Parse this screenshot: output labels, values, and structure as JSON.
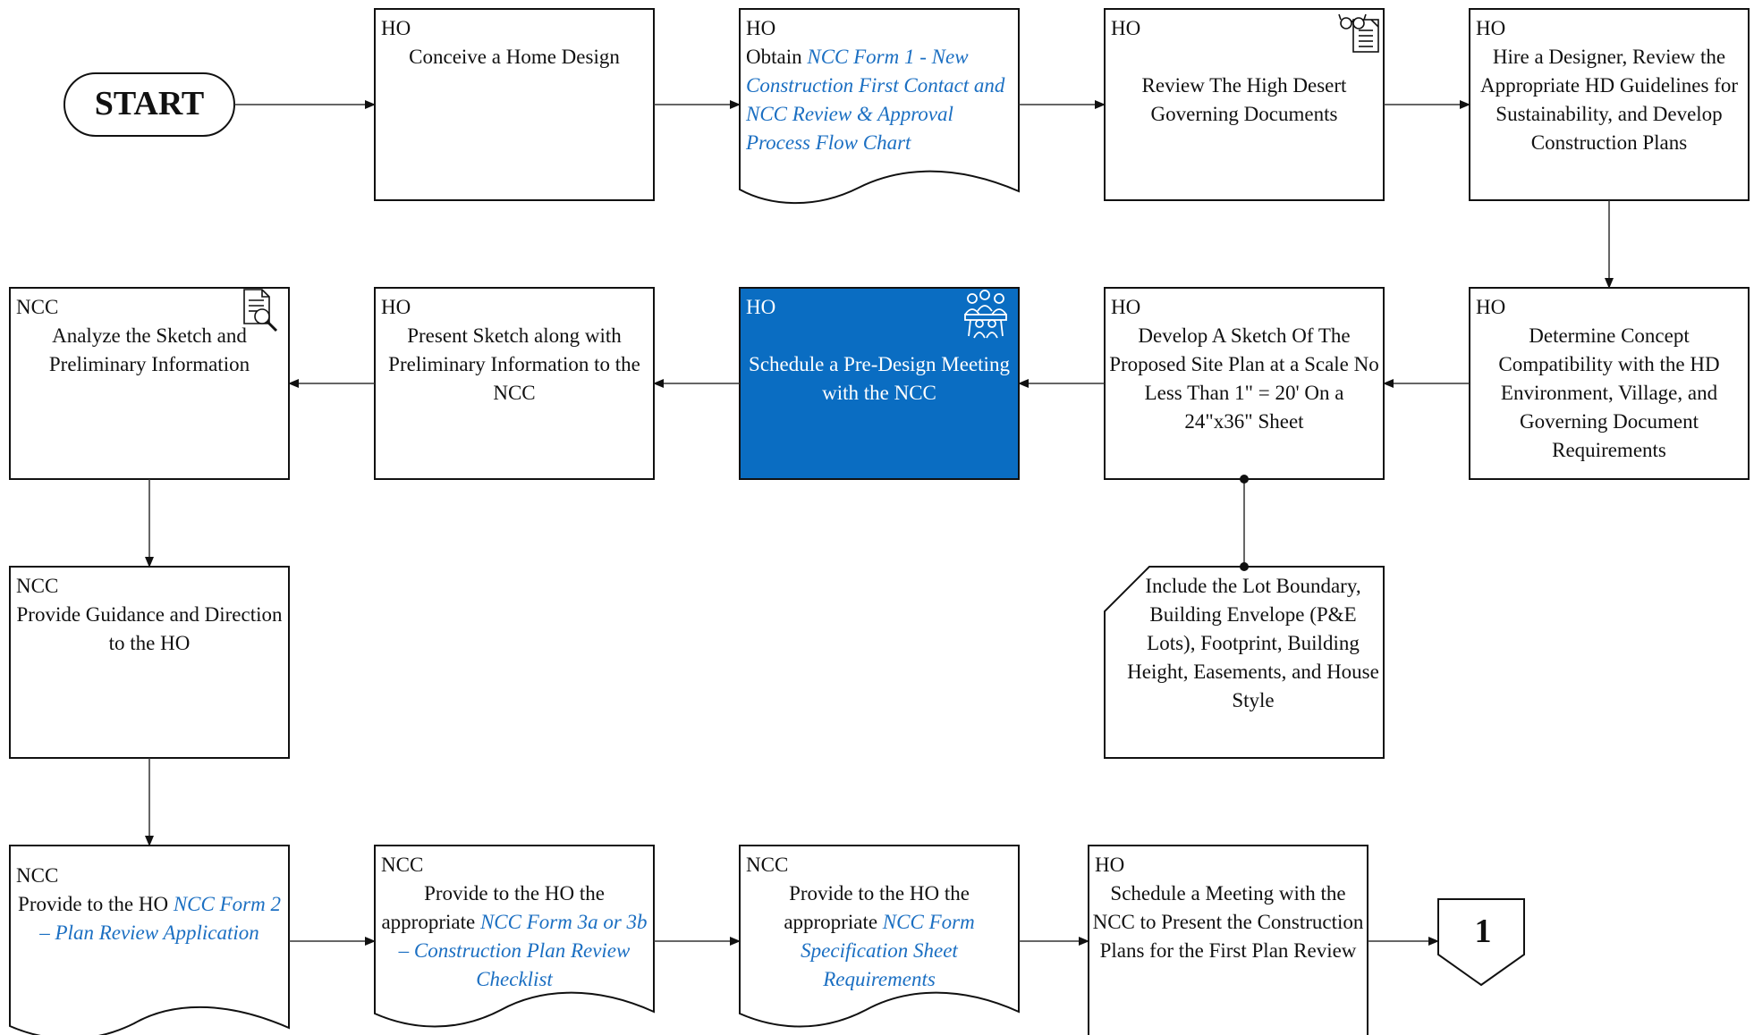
{
  "start": {
    "label": "START"
  },
  "connector": {
    "label": "1"
  },
  "colors": {
    "highlight_fill": "#0a6dc2",
    "link": "#1b6fc2",
    "line": "#333333"
  },
  "icons": {
    "review": "glasses-document-icon",
    "meeting": "group-meeting-icon",
    "analyze": "document-magnifier-icon"
  },
  "steps": {
    "s1": {
      "actor": "HO",
      "text": "Conceive a Home Design"
    },
    "s2": {
      "actor": "HO",
      "pre": "Obtain ",
      "link": "NCC Form 1 -  New Construction First Contact and NCC Review & Approval Process Flow Chart"
    },
    "s3": {
      "actor": "HO",
      "text": "Review The High Desert Governing Documents"
    },
    "s4": {
      "actor": "HO",
      "text": "Hire a Designer, Review the Appropriate HD Guidelines for Sustainability, and Develop Construction Plans"
    },
    "s5": {
      "actor": "HO",
      "text": "Determine Concept Compatibility with the HD Environment, Village, and Governing Document Requirements"
    },
    "s6": {
      "actor": "HO",
      "text": "Develop A Sketch Of The Proposed Site Plan at a Scale No Less Than 1\" = 20' On a 24\"x36\" Sheet"
    },
    "s6note": {
      "text": "Include the Lot Boundary, Building Envelope (P&E Lots), Footprint,  Building Height, Easements, and House Style"
    },
    "s7": {
      "actor": "HO",
      "text": "Schedule a Pre-Design Meeting with the NCC"
    },
    "s8": {
      "actor": "HO",
      "text": "Present Sketch along with Preliminary Information to the NCC"
    },
    "s9": {
      "actor": "NCC",
      "text": "Analyze the Sketch and Preliminary Information"
    },
    "s10": {
      "actor": "NCC",
      "text": "Provide Guidance and Direction to the HO"
    },
    "s11": {
      "actor": "NCC",
      "pre": "Provide to the HO ",
      "link": "NCC Form 2 – Plan Review Application"
    },
    "s12": {
      "actor": "NCC",
      "pre": "Provide to the HO the appropriate ",
      "link": "NCC Form 3a or 3b – Construction Plan Review Checklist"
    },
    "s13": {
      "actor": "NCC",
      "pre": "Provide to the HO the appropriate ",
      "link": "NCC Form Specification Sheet Requirements"
    },
    "s14": {
      "actor": "HO",
      "text": "Schedule a Meeting with the NCC to Present the Construction Plans for the First Plan Review"
    }
  }
}
